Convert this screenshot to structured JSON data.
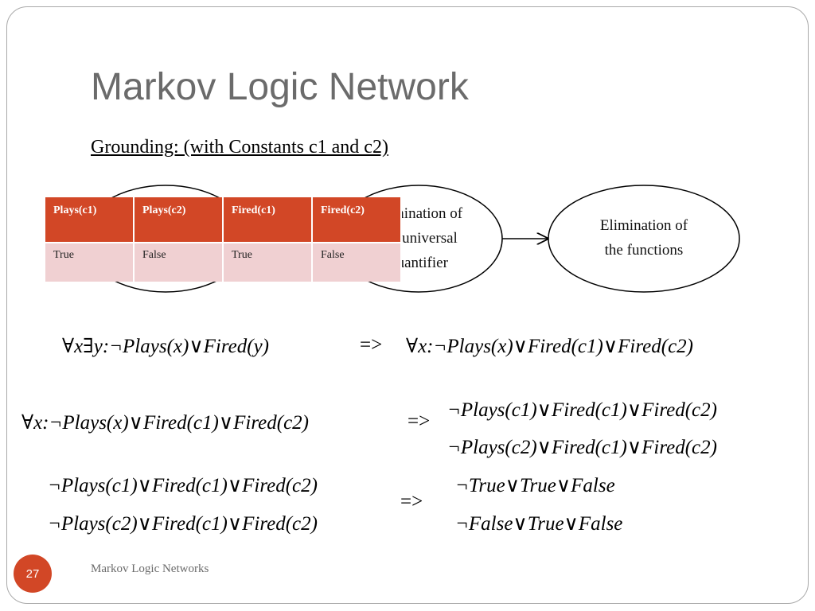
{
  "slide": {
    "title": "Markov Logic Network",
    "subtitle": "Grounding: (with Constants c1 and c2)",
    "page_number": "27",
    "footer": "Markov Logic Networks"
  },
  "diagram": {
    "node_middle_lines": [
      "Elimination of",
      "the universal",
      "quantifier"
    ],
    "node_right_lines": [
      "Elimination of",
      "the functions"
    ]
  },
  "table": {
    "headers": [
      "Plays(c1)",
      "Plays(c2)",
      "Fired(c1)",
      "Fired(c2)"
    ],
    "rows": [
      [
        "True",
        "False",
        "True",
        "False"
      ]
    ]
  },
  "formulas": {
    "row1_left": "∀x∃y:¬Plays(x)∨Fired(y)",
    "row1_arrow": "=>",
    "row1_right": "∀x:¬Plays(x)∨Fired(c1)∨Fired(c2)",
    "row2_left": "∀x:¬Plays(x)∨Fired(c1)∨Fired(c2)",
    "row2_arrow": "=>",
    "row2_right_a": "¬Plays(c1)∨Fired(c1)∨Fired(c2)",
    "row2_right_b": "¬Plays(c2)∨Fired(c1)∨Fired(c2)",
    "row3_left_a": "¬Plays(c1)∨Fired(c1)∨Fired(c2)",
    "row3_left_b": "¬Plays(c2)∨Fired(c1)∨Fired(c2)",
    "row3_arrow": "=>",
    "row3_right_a": "¬True∨True∨False",
    "row3_right_b": "¬False∨True∨False"
  },
  "colors": {
    "accent": "#d24726",
    "table_row": "#f0d0d2",
    "title": "#6b6b6b"
  }
}
